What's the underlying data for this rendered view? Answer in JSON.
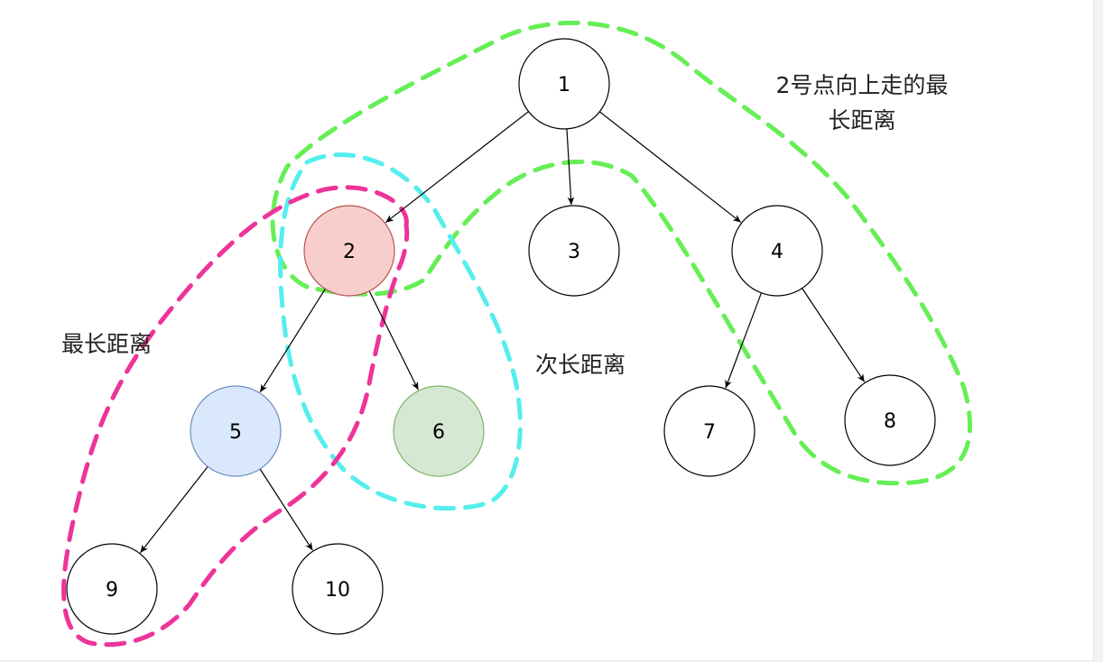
{
  "nodes": [
    {
      "id": "1",
      "label": "1",
      "fill": "#ffffff",
      "stroke": "#000000"
    },
    {
      "id": "2",
      "label": "2",
      "fill": "#f8cecc",
      "stroke": "#b85450"
    },
    {
      "id": "3",
      "label": "3",
      "fill": "#ffffff",
      "stroke": "#000000"
    },
    {
      "id": "4",
      "label": "4",
      "fill": "#ffffff",
      "stroke": "#000000"
    },
    {
      "id": "5",
      "label": "5",
      "fill": "#dae8fc",
      "stroke": "#6c8ebf"
    },
    {
      "id": "6",
      "label": "6",
      "fill": "#d5e8d4",
      "stroke": "#82b366"
    },
    {
      "id": "7",
      "label": "7",
      "fill": "#ffffff",
      "stroke": "#000000"
    },
    {
      "id": "8",
      "label": "8",
      "fill": "#ffffff",
      "stroke": "#000000"
    },
    {
      "id": "9",
      "label": "9",
      "fill": "#ffffff",
      "stroke": "#000000"
    },
    {
      "id": "10",
      "label": "10",
      "fill": "#ffffff",
      "stroke": "#000000"
    }
  ],
  "edges": [
    {
      "from": "1",
      "to": "2"
    },
    {
      "from": "1",
      "to": "3"
    },
    {
      "from": "1",
      "to": "4"
    },
    {
      "from": "2",
      "to": "5"
    },
    {
      "from": "2",
      "to": "6"
    },
    {
      "from": "5",
      "to": "9"
    },
    {
      "from": "5",
      "to": "10"
    },
    {
      "from": "4",
      "to": "7"
    },
    {
      "from": "4",
      "to": "8"
    }
  ],
  "annotations": {
    "up_longest_line1": "2号点向上走的最",
    "up_longest_line2": "长距离",
    "longest": "最长距离",
    "second_longest": "次长距离"
  },
  "colors": {
    "up_path_outline": "#66ee55",
    "longest_outline": "#ee3399",
    "second_longest_outline": "#55eeee",
    "edge": "#000000"
  }
}
